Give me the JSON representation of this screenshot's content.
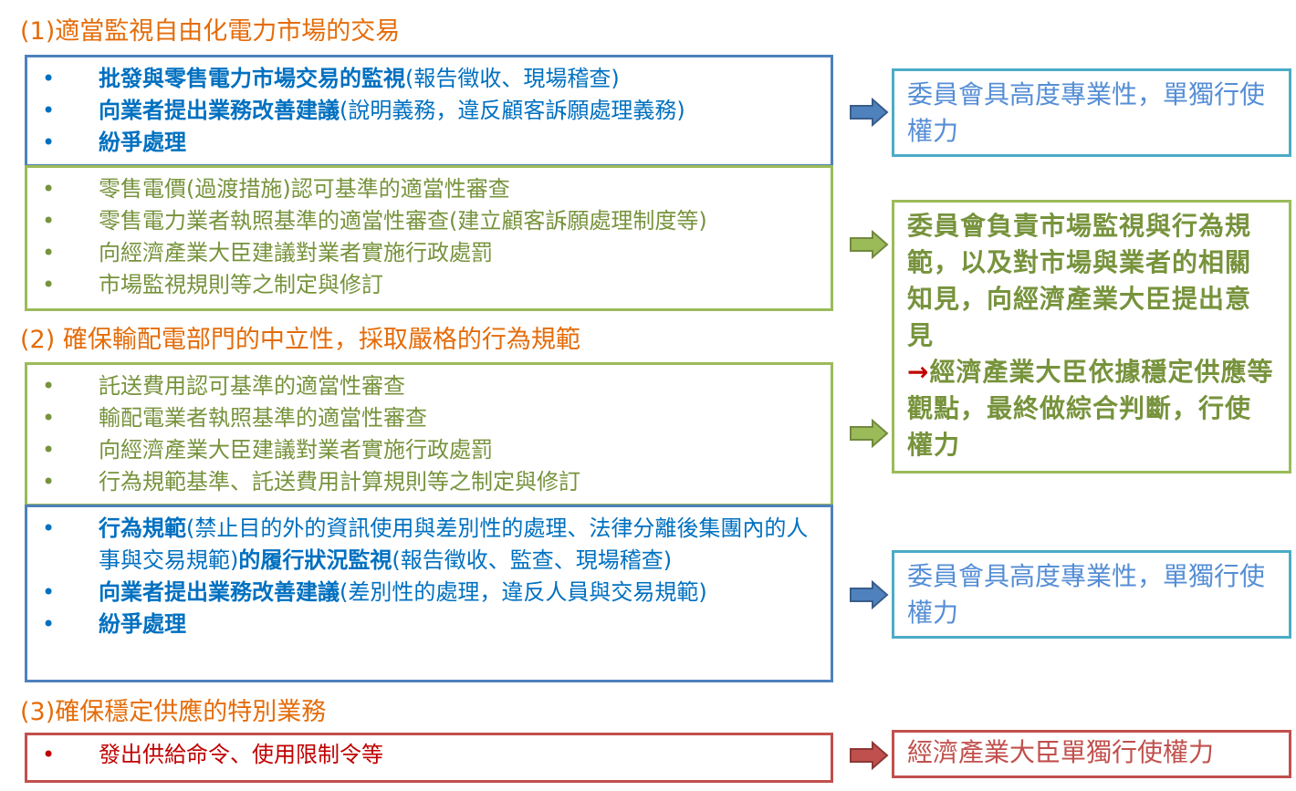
{
  "sections": [
    {
      "title": "(1)適當監視自由化電力市場的交易"
    },
    {
      "title": "(2) 確保輸配電部門的中立性，採取嚴格的行為規範"
    },
    {
      "title": "(3)確保穩定供應的特別業務"
    }
  ],
  "box1": {
    "items": [
      {
        "bold": "批發與零售電力市場交易的監視",
        "rest": "(報告徵收、現場稽查)"
      },
      {
        "bold": "向業者提出業務改善建議",
        "rest": "(說明義務，違反顧客訴願處理義務)"
      },
      {
        "bold": "紛爭處理",
        "rest": ""
      }
    ]
  },
  "box2": {
    "items": [
      "零售電價(過渡措施)認可基準的適當性審查",
      "零售電力業者執照基準的適當性審查(建立顧客訴願處理制度等)",
      "向經濟產業大臣建議對業者實施行政處罰",
      "市場監視規則等之制定與修訂"
    ]
  },
  "box3": {
    "items": [
      "託送費用認可基準的適當性審查",
      "輸配電業者執照基準的適當性審查",
      "向經濟產業大臣建議對業者實施行政處罰",
      "行為規範基準、託送費用計算規則等之制定與修訂"
    ]
  },
  "box4": {
    "item1": {
      "b1": "行為規範",
      "r1": "(禁止目的外的資訊使用與差別性的處理、法律分離後集團內的人事與交易規範)",
      "b2": "的履行狀況監視",
      "r2": "(報告徵收、監查、現場稽查)"
    },
    "item2": {
      "bold": "向業者提出業務改善建議",
      "rest": "(差別性的處理，違反人員與交易規範)"
    },
    "item3": {
      "bold": "紛爭處理"
    }
  },
  "box5": {
    "item": "發出供給命令、使用限制令等"
  },
  "right": {
    "r1": "委員會具高度專業性，單獨行使權力",
    "r2_main": "委員會負責市場監視與行為規範，以及對市場與業者的相關知見，向經濟產業大臣提出意見",
    "r2_arrow": "→",
    "r2_sub": "經濟產業大臣依據穩定供應等觀點，最終做綜合判斷，行使權力",
    "r3": "委員會具高度專業性，單獨行使權力",
    "r4": "經濟產業大臣單獨行使權力"
  },
  "bullet": "•",
  "colors": {
    "blue": "#4f81bd",
    "green": "#9bbb59",
    "red": "#c0504d",
    "orange": "#e46c0a",
    "cyan": "#4bacc6"
  }
}
